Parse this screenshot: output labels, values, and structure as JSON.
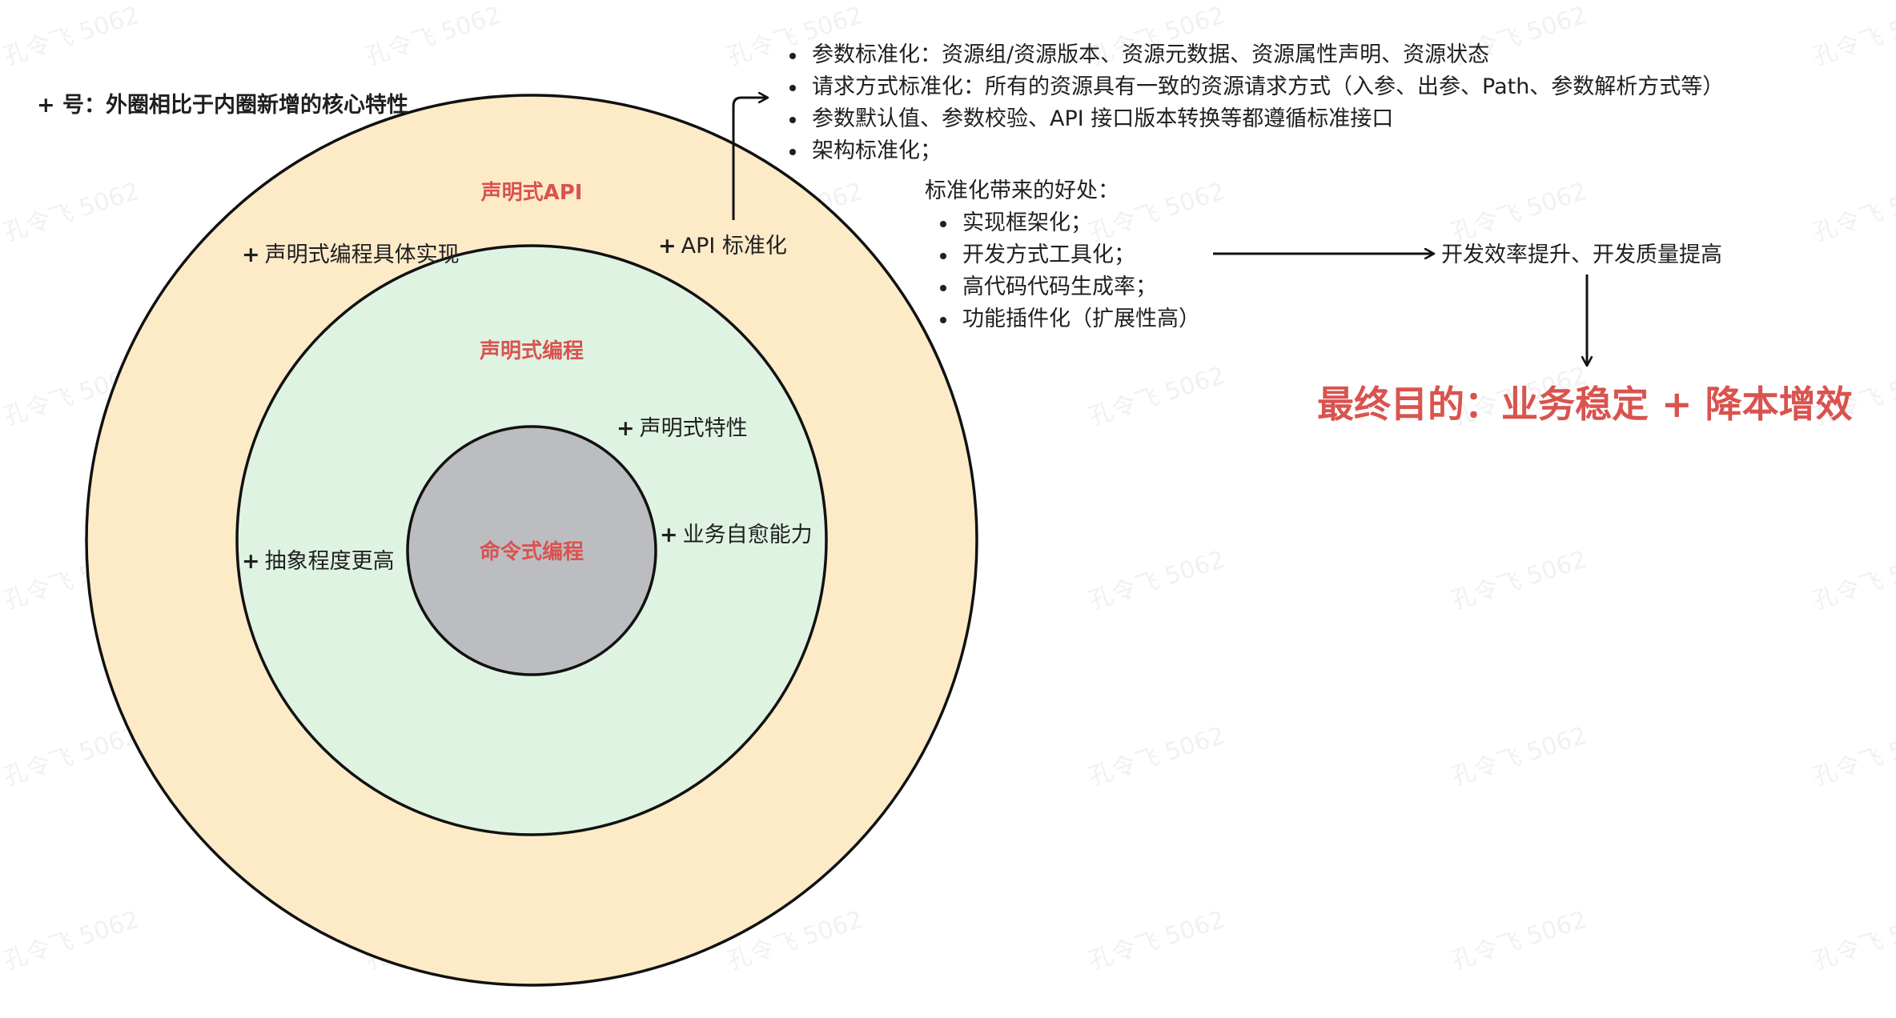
{
  "watermark": "孔令飞 5062",
  "colors": {
    "outer_ring": "#fdebc8",
    "middle_ring": "#dff3e3",
    "inner_ring": "#bcbdc1",
    "stroke": "#111111",
    "accent_red": "#d9534f"
  },
  "legend": "+ 号：外圈相比于内圈新增的核心特性",
  "rings": {
    "outer": {
      "title": "声明式API",
      "features": [
        "声明式编程具体实现",
        "API 标准化"
      ]
    },
    "middle": {
      "title": "声明式编程",
      "features": [
        "声明式特性",
        "业务自愈能力",
        "抽象程度更高"
      ]
    },
    "inner": {
      "title": "命令式编程"
    }
  },
  "plus_symbol": "+",
  "standardization_points": [
    "参数标准化：资源组/资源版本、资源元数据、资源属性声明、资源状态",
    "请求方式标准化：所有的资源具有一致的资源请求方式（入参、出参、Path、参数解析方式等）",
    "参数默认值、参数校验、API 接口版本转换等都遵循标准接口",
    "架构标准化；"
  ],
  "benefits": {
    "title": "标准化带来的好处：",
    "items": [
      "实现框架化；",
      "开发方式工具化；",
      "高代码代码生成率；",
      "功能插件化（扩展性高）"
    ]
  },
  "result": "开发效率提升、开发质量提高",
  "goal": "最终目的：业务稳定 + 降本增效"
}
